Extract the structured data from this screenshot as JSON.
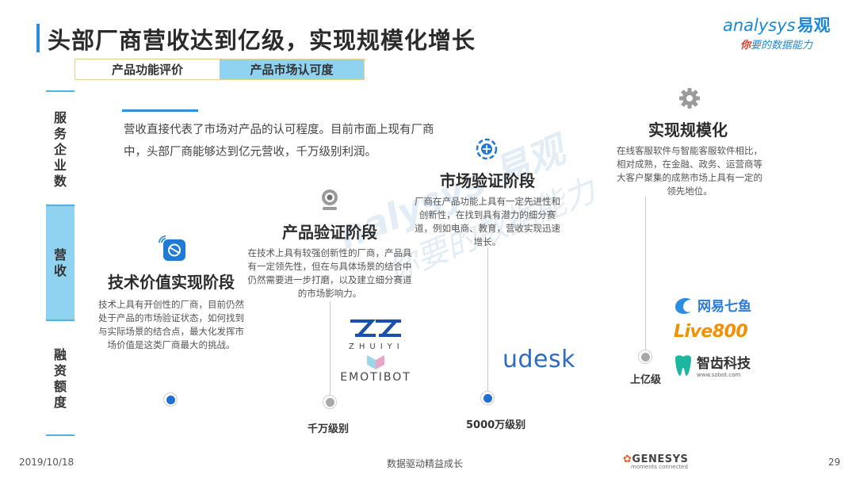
{
  "header": {
    "title": "头部厂商营收达到亿级，实现规模化增长",
    "logo_en": "analysys",
    "logo_cn": "易观",
    "logo_slogan_1": "你",
    "logo_slogan_2": "要的数据能力"
  },
  "tabs": [
    {
      "label": "产品功能评价",
      "active": false
    },
    {
      "label": "产品市场认可度",
      "active": true
    }
  ],
  "sidebar": [
    {
      "label": "服务企业数",
      "chars": [
        "服",
        "务",
        "企",
        "业",
        "数"
      ],
      "active": false
    },
    {
      "label": "营收",
      "chars": [
        "营",
        "收"
      ],
      "active": true
    },
    {
      "label": "融资额度",
      "chars": [
        "融",
        "资",
        "额",
        "度"
      ],
      "active": false
    }
  ],
  "intro": "营收直接代表了市场对产品的认可程度。目前市面上现有厂商中，头部厂商能够达到亿元营收，千万级别利润。",
  "watermark": {
    "en": "nalysys 易观",
    "cn": "你要的数据能力"
  },
  "stages": [
    {
      "title": "技术价值实现阶段",
      "desc": "技术上具有开创性的厂商，目前仍然处于产品的市场验证状态，如何找到与实际场景的结合点，最大化发挥市场价值是这类厂商最大的挑战。",
      "icon": "tech-icon",
      "scale": ""
    },
    {
      "title": "产品验证阶段",
      "desc": "在技术上具有较强创新性的厂商，产品具有一定领先性，但在与具体场景的结合中仍然需要进一步打磨，以及建立细分赛道的市场影响力。",
      "icon": "camera-icon",
      "scale": "千万级别"
    },
    {
      "title": "市场验证阶段",
      "desc": "厂商在产品功能上具有一定先进性和创新性，在找到具有潜力的细分赛道，例如电商、教育，营收实现迅速增长。",
      "icon": "target-icon",
      "scale": "5000万级别"
    },
    {
      "title": "实现规模化",
      "desc": "在线客服软件与智能客服软件相比，相对成熟，在金融、政务、运营商等大客户聚集的成熟市场上具有一定的领先地位。",
      "icon": "gear-icon",
      "scale": "上亿级"
    }
  ],
  "brands": {
    "zhuiyi": "ZHUIYI",
    "emotibot": "EMOTIBOT",
    "udesk": "udesk",
    "netease": "网易七鱼",
    "live800": "Live800",
    "zhichi": "智齿科技",
    "zhichi_url": "www.sobot.com"
  },
  "colors": {
    "accent": "#2f8fd8",
    "active_tab": "#8fd3f0",
    "dot_blue": "#1f6fd0",
    "dot_gray": "#a8a8a8"
  },
  "footer": {
    "date": "2019/10/18",
    "center": "数据驱动精益成长",
    "brand": "GENESYS",
    "brand_sub": "moments connected",
    "page": "29"
  }
}
